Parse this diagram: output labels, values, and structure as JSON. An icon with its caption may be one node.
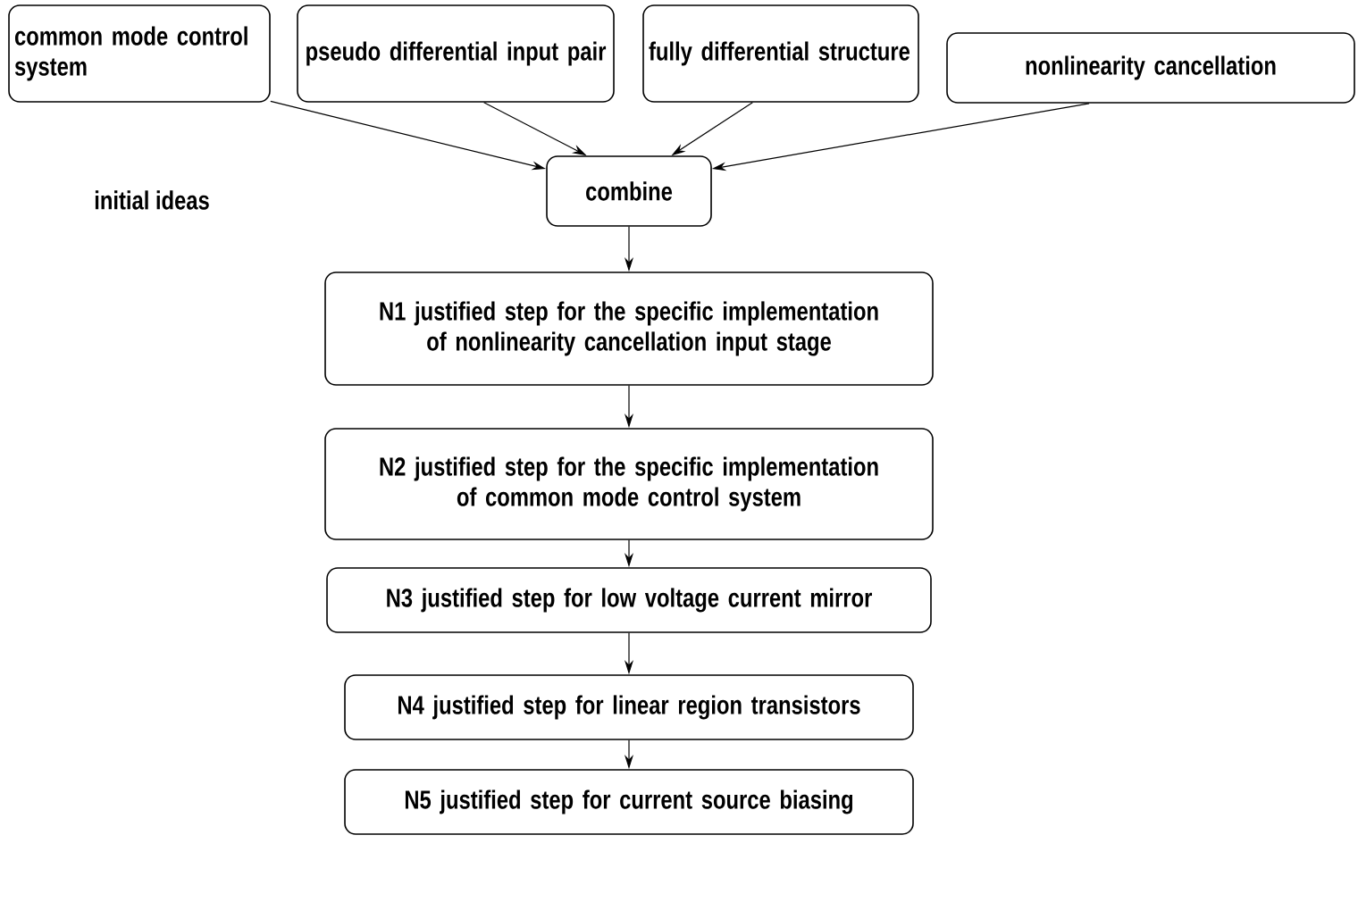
{
  "diagram": {
    "nodes": [
      {
        "text": [
          "common mode control system"
        ]
      },
      {
        "text": [
          "pseudo differential input pair"
        ]
      },
      {
        "text": [
          "fully differential structure"
        ]
      },
      {
        "text": [
          "nonlinearity cancellation"
        ]
      },
      {
        "text": [
          "combine"
        ]
      },
      {
        "text": [
          "N1 justified step for the specific implementation of nonlinearity cancellation input stage"
        ]
      },
      {
        "text": [
          "N2 justified step for the specific implementation of common mode control system"
        ]
      },
      {
        "text": [
          "N3 justified step for low voltage current mirror"
        ]
      },
      {
        "text": [
          "N4 justified step for linear region transistors"
        ]
      },
      {
        "text": [
          "N5 justified step for current source biasing"
        ]
      }
    ],
    "edges": [
      {
        "from": 0,
        "to": 4,
        "arrow": "to"
      },
      {
        "from": 1,
        "to": 4,
        "arrow": "to"
      },
      {
        "from": 2,
        "to": 4,
        "arrow": "to"
      },
      {
        "from": 3,
        "to": 4,
        "arrow": "to"
      },
      {
        "from": 4,
        "to": 5,
        "arrow": "to"
      },
      {
        "from": 5,
        "to": 6,
        "arrow": "to"
      },
      {
        "from": 6,
        "to": 7,
        "arrow": "to"
      },
      {
        "from": 7,
        "to": 8,
        "arrow": "to"
      },
      {
        "from": 8,
        "to": 9,
        "arrow": "to"
      }
    ],
    "labels": [
      "initial ideas"
    ]
  }
}
